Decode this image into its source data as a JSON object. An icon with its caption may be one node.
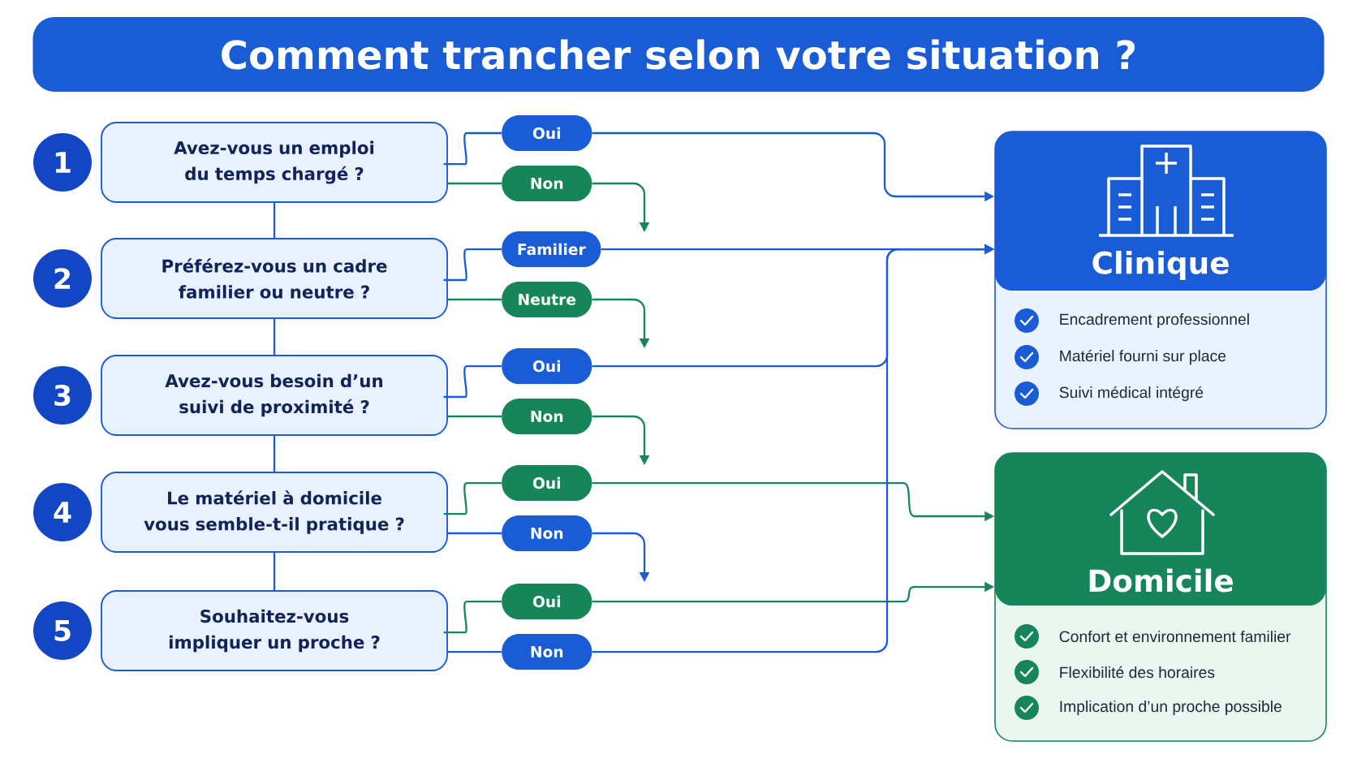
{
  "diagram": {
    "title": "Comment trancher selon votre situation ?",
    "nodes": [
      {
        "text": [
          "1"
        ]
      },
      {
        "text": [
          "Avez-vous un emploi du temps chargé ?"
        ]
      },
      {
        "text": [
          "Oui"
        ]
      },
      {
        "text": [
          "Non"
        ]
      },
      {
        "text": [
          "2"
        ]
      },
      {
        "text": [
          "Préférez-vous un cadre familier ou neutre ?"
        ]
      },
      {
        "text": [
          "Familier"
        ]
      },
      {
        "text": [
          "Neutre"
        ]
      },
      {
        "text": [
          "3"
        ]
      },
      {
        "text": [
          "Avez-vous besoin d’un suivi de proximité ?"
        ]
      },
      {
        "text": [
          "Oui"
        ]
      },
      {
        "text": [
          "Non"
        ]
      },
      {
        "text": [
          "4"
        ]
      },
      {
        "text": [
          "Le matériel à domicile vous semble-t-il pratique ?"
        ]
      },
      {
        "text": [
          "Oui"
        ]
      },
      {
        "text": [
          "Non"
        ]
      },
      {
        "text": [
          "5"
        ]
      },
      {
        "text": [
          "Souhaitez-vous impliquer un proche ?"
        ]
      },
      {
        "text": [
          "Oui"
        ]
      },
      {
        "text": [
          "Non"
        ]
      },
      {
        "text": [
          "Clinique",
          "Encadrement professionnel",
          "Matériel fourni sur place",
          "Suivi médical intégré"
        ]
      },
      {
        "text": [
          "Domicile",
          "Confort et environnement familier",
          "Flexibilité des horaires",
          "Implication d’un proche possible"
        ]
      }
    ],
    "edges": [
      {
        "from": 1,
        "to": 2,
        "arrow": "none"
      },
      {
        "from": 1,
        "to": 3,
        "arrow": "none",
        "color": "#17855a"
      },
      {
        "from": 1,
        "to": 5,
        "arrow": "none"
      },
      {
        "from": 2,
        "to": 20,
        "arrow": "to"
      },
      {
        "from": 3,
        "to": null,
        "arrow": "to",
        "color": "#17855a"
      },
      {
        "from": 5,
        "to": 6,
        "arrow": "none"
      },
      {
        "from": 5,
        "to": 7,
        "arrow": "none",
        "color": "#17855a"
      },
      {
        "from": 5,
        "to": 9,
        "arrow": "none"
      },
      {
        "from": 6,
        "to": 20,
        "arrow": "to"
      },
      {
        "from": 7,
        "to": null,
        "arrow": "to",
        "color": "#17855a"
      },
      {
        "from": 9,
        "to": 10,
        "arrow": "none"
      },
      {
        "from": 9,
        "to": 11,
        "arrow": "none",
        "color": "#17855a"
      },
      {
        "from": 9,
        "to": 13,
        "arrow": "none"
      },
      {
        "from": 10,
        "to": 20,
        "arrow": "to"
      },
      {
        "from": 11,
        "to": null,
        "arrow": "to",
        "color": "#17855a"
      },
      {
        "from": 13,
        "to": 14,
        "arrow": "none",
        "color": "#17855a"
      },
      {
        "from": 13,
        "to": 15,
        "arrow": "none"
      },
      {
        "from": 13,
        "to": 17,
        "arrow": "none"
      },
      {
        "from": 14,
        "to": 21,
        "arrow": "to",
        "color": "#17855a"
      },
      {
        "from": 15,
        "to": null,
        "arrow": "to"
      },
      {
        "from": 17,
        "to": 18,
        "arrow": "none",
        "color": "#17855a"
      },
      {
        "from": 17,
        "to": 19,
        "arrow": "none"
      },
      {
        "from": 18,
        "to": 21,
        "arrow": "to",
        "color": "#17855a"
      },
      {
        "from": 19,
        "to": 20,
        "arrow": "to"
      }
    ]
  }
}
